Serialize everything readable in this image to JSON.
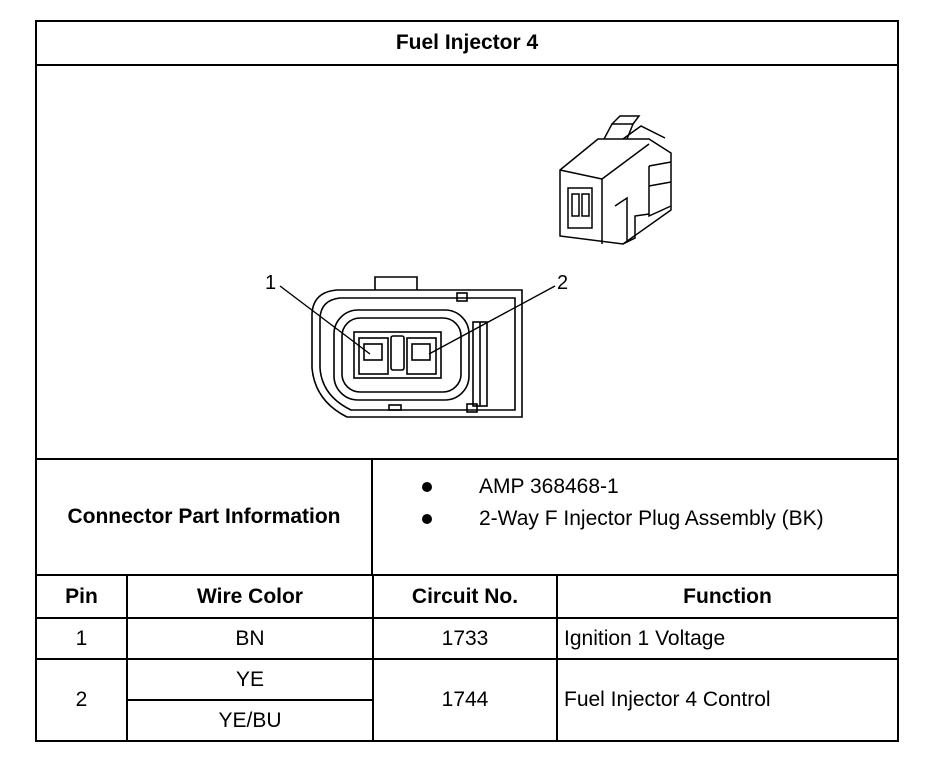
{
  "title": "Fuel Injector 4",
  "diagram": {
    "callouts": [
      "1",
      "2"
    ]
  },
  "connector_info": {
    "label": "Connector Part Information",
    "items": [
      "AMP 368468-1",
      "2-Way F Injector Plug Assembly (BK)"
    ]
  },
  "table": {
    "headers": [
      "Pin",
      "Wire Color",
      "Circuit No.",
      "Function"
    ],
    "rows": [
      {
        "pin": "1",
        "wire_colors": [
          "BN"
        ],
        "circuit": "1733",
        "function": "Ignition 1 Voltage"
      },
      {
        "pin": "2",
        "wire_colors": [
          "YE",
          "YE/BU"
        ],
        "circuit": "1744",
        "function": "Fuel Injector 4 Control"
      }
    ]
  }
}
